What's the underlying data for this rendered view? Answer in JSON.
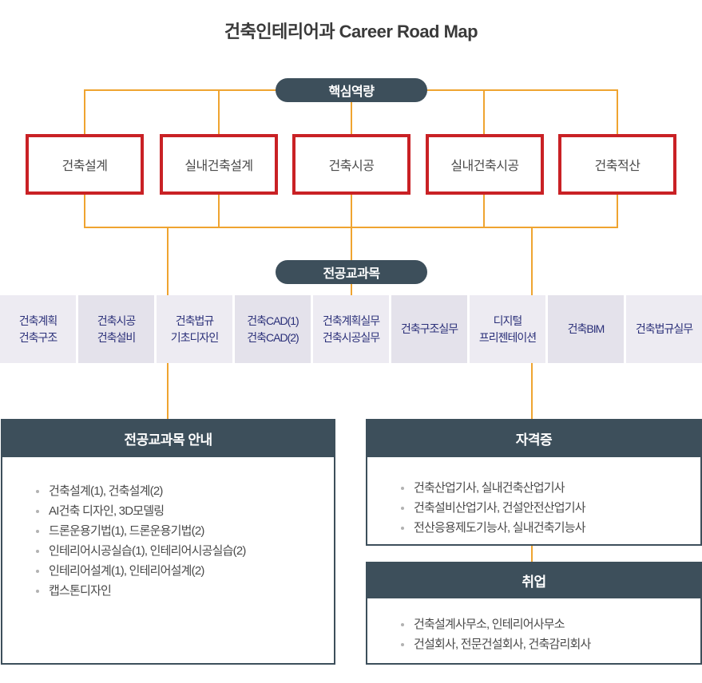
{
  "title": "건축인테리어과 Career Road Map",
  "colors": {
    "accent_orange": "#efa430",
    "competency_border_red": "#c92125",
    "node_slate": "#3d4f5b",
    "course_bg_light": "#edebf2",
    "course_bg_dark": "#e4e2eb",
    "course_text_navy": "#2b3079"
  },
  "nodes": {
    "core_label": "핵심역량",
    "major_label": "전공교과목"
  },
  "competencies": [
    "건축설계",
    "실내건축설계",
    "건축시공",
    "실내건축시공",
    "건축적산"
  ],
  "courses": [
    {
      "lines": [
        "건축계획",
        "건축구조"
      ]
    },
    {
      "lines": [
        "건축시공",
        "건축설비"
      ]
    },
    {
      "lines": [
        "건축법규",
        "기초디자인"
      ]
    },
    {
      "lines": [
        "건축CAD(1)",
        "건축CAD(2)"
      ]
    },
    {
      "lines": [
        "건축계획실무",
        "건축시공실무"
      ]
    },
    {
      "lines": [
        "건축구조실무"
      ]
    },
    {
      "lines": [
        "디지털",
        "프리젠테이션"
      ]
    },
    {
      "lines": [
        "건축BIM"
      ]
    },
    {
      "lines": [
        "건축법규실무"
      ]
    }
  ],
  "panels": {
    "course_guide": {
      "title": "전공교과목 안내",
      "items": [
        "건축설계(1), 건축설계(2)",
        "AI건축 디자인, 3D모델링",
        "드론운용기법(1), 드론운용기법(2)",
        "인테리어시공실습(1), 인테리어시공실습(2)",
        "인테리어설계(1), 인테리어설계(2)",
        "캡스톤디자인"
      ]
    },
    "certificates": {
      "title": "자격증",
      "items": [
        "건축산업기사, 실내건축산업기사",
        "건축설비산업기사, 건설안전산업기사",
        "전산응용제도기능사, 실내건축기능사"
      ]
    },
    "employment": {
      "title": "취업",
      "items": [
        "건축설계사무소, 인테리어사무소",
        "건설회사, 전문건설회사, 건축감리회사"
      ]
    }
  }
}
